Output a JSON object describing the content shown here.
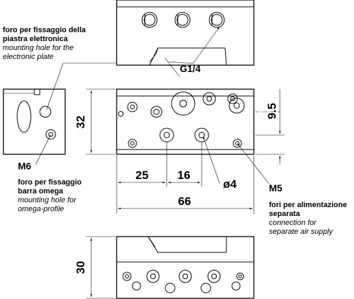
{
  "callouts": {
    "plate": {
      "title_it_line1": "foro per fissaggio della",
      "title_it_line2": "piastra elettronica",
      "title_en_line1": "mounting hole for the",
      "title_en_line2": "electronic plate"
    },
    "omega": {
      "code": "M6",
      "title_it_line1": "foro per fissaggio",
      "title_it_line2": "barra omega",
      "title_en_line1": "mounting hole for",
      "title_en_line2": "omega-profile"
    },
    "supply": {
      "code": "M5",
      "title_it_line1": "fori per alimentazione",
      "title_it_line2": "separata",
      "title_en_line1": "connection for",
      "title_en_line2": "separate air supply"
    },
    "port": {
      "code": "G1/4"
    }
  },
  "dimensions": {
    "height_front": "32",
    "offset_right": "9.5",
    "spacing_a": "25",
    "spacing_b": "16",
    "hole_diameter": "ø4",
    "total_length": "66",
    "height_side": "30"
  }
}
